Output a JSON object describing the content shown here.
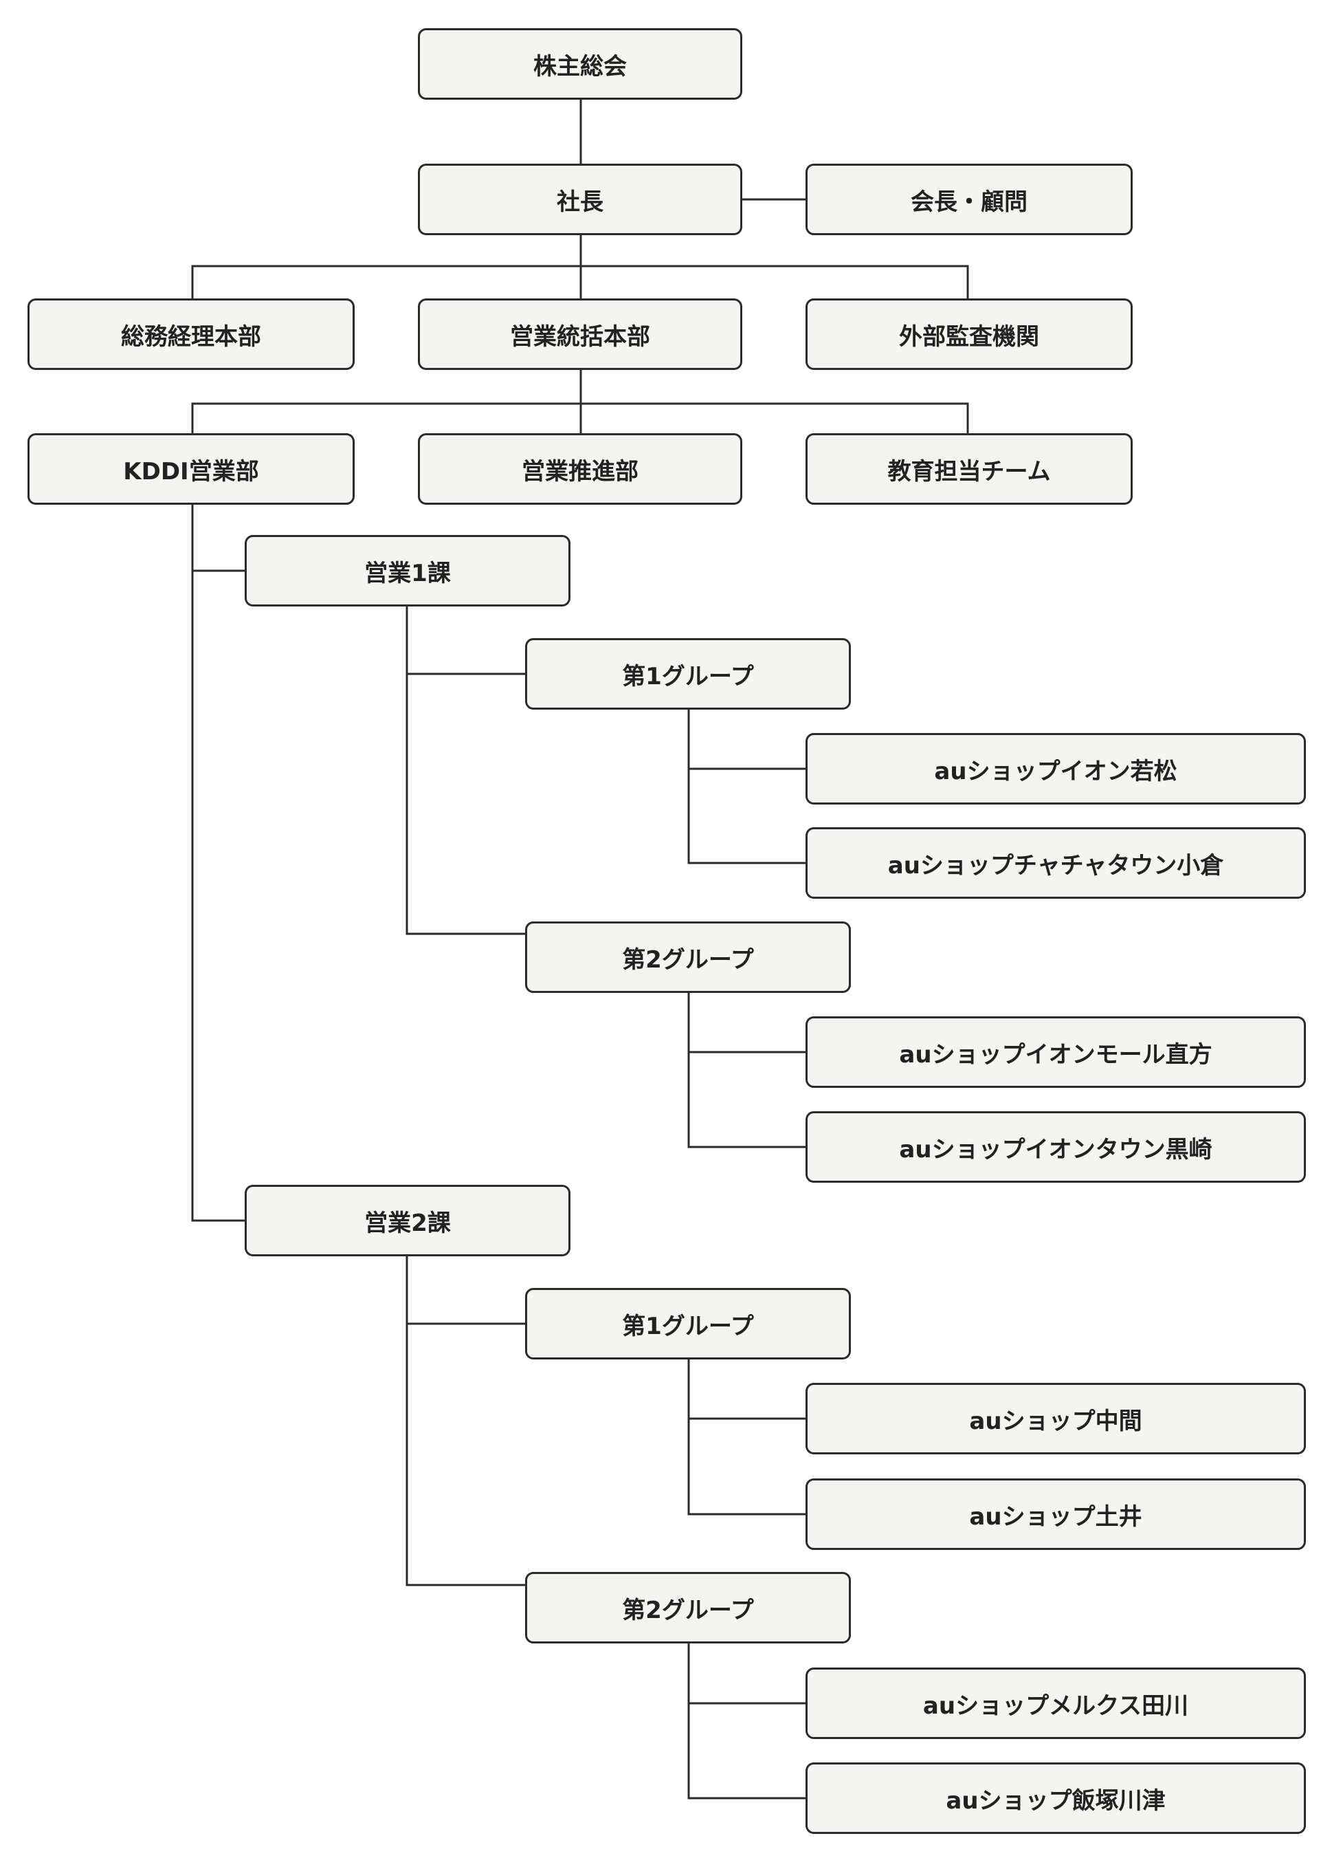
{
  "colors": {
    "box_fill": "#f4f4f0",
    "box_border": "#2b2b2b",
    "line": "#2b2b2b",
    "text": "#222222"
  },
  "top": {
    "shareholders": "株主総会",
    "president": "社長",
    "chairman_advisor": "会長・顧問"
  },
  "divisions": {
    "general_affairs": "総務経理本部",
    "sales_hq": "営業統括本部",
    "external_audit": "外部監査機関"
  },
  "departments": {
    "kddi_sales": "KDDI営業部",
    "sales_promotion": "営業推進部",
    "education_team": "教育担当チーム"
  },
  "sales_sections": [
    {
      "label": "営業1課",
      "groups": [
        {
          "label": "第1グループ",
          "shops": [
            "auショップイオン若松",
            "auショップチャチャタウン小倉"
          ]
        },
        {
          "label": "第2グループ",
          "shops": [
            "auショップイオンモール直方",
            "auショップイオンタウン黒崎"
          ]
        }
      ]
    },
    {
      "label": "営業2課",
      "groups": [
        {
          "label": "第1グループ",
          "shops": [
            "auショップ中間",
            "auショップ土井"
          ]
        },
        {
          "label": "第2グループ",
          "shops": [
            "auショップメルクス田川",
            "auショップ飯塚川津"
          ]
        }
      ]
    }
  ]
}
